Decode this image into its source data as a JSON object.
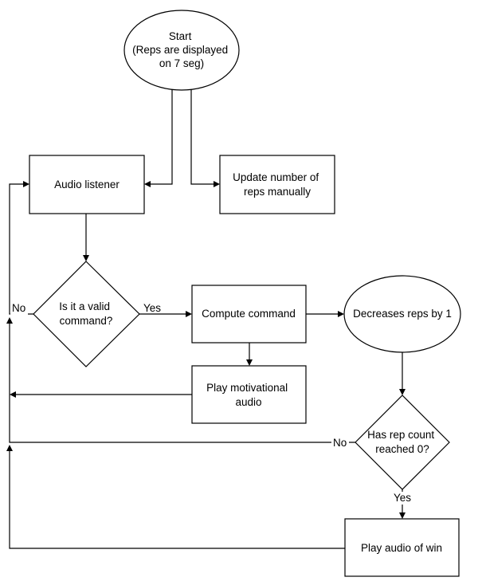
{
  "nodes": {
    "start": {
      "lines": [
        "Start",
        "(Reps are displayed",
        "on 7 seg)"
      ]
    },
    "audio_listener": {
      "lines": [
        "Audio listener"
      ]
    },
    "update_reps": {
      "lines": [
        "Update number of",
        "reps manually"
      ]
    },
    "valid_command": {
      "lines": [
        "Is it a valid",
        "command?"
      ]
    },
    "compute_command": {
      "lines": [
        "Compute command"
      ]
    },
    "decrease_reps": {
      "lines": [
        "Decreases reps by 1"
      ]
    },
    "play_motivational": {
      "lines": [
        "Play motivational",
        "audio"
      ]
    },
    "rep_count_zero": {
      "lines": [
        "Has rep count",
        "reached 0?"
      ]
    },
    "play_win": {
      "lines": [
        "Play audio of win"
      ]
    }
  },
  "edge_labels": {
    "valid_no": "No",
    "valid_yes": "Yes",
    "zero_no": "No",
    "zero_yes": "Yes"
  }
}
